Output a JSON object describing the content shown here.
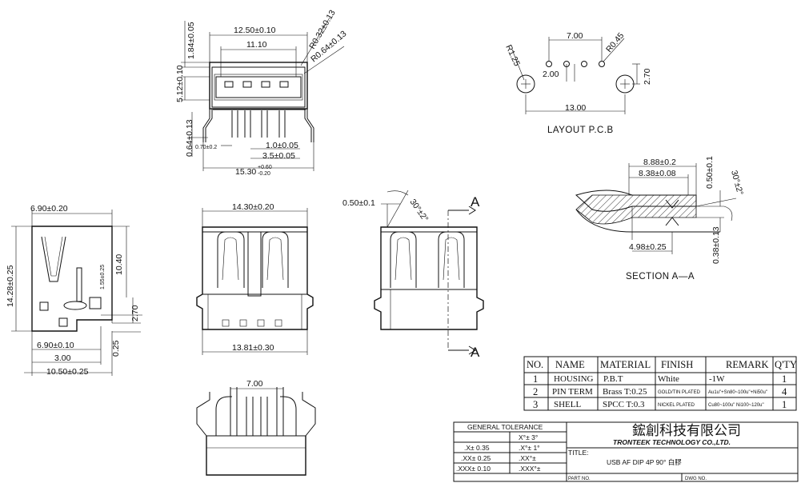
{
  "dimensions": {
    "top_width": "12.50±0.10",
    "top_inner": "11.10",
    "top_r1": "R0.32±0.13",
    "top_r2": "R0.64±0.13",
    "top_height": "1.84±0.05",
    "top_opening": "5.12±0.10",
    "top_pin_len": "0.64±0.13",
    "top_pin_w": "0.70±0.2",
    "top_pitch_a": "1.0±0.05",
    "top_pitch_b": "3.5±0.05",
    "top_overall": "15.30",
    "top_overall_plus": "+0.60",
    "top_overall_minus": "-0.20",
    "pcb_pitch": "7.00",
    "pcb_r_big": "R1.25",
    "pcb_r_small": "R0.45",
    "pcb_pin_pitch": "2.00",
    "pcb_offset": "2.70",
    "pcb_width": "13.00",
    "side_top": "6.90±0.20",
    "side_height": "14.28±0.25",
    "side_inner": "10.40",
    "side_small": "1.55±0.25",
    "side_pcb": "2.70",
    "side_base": "6.90±0.10",
    "side_gap": "0.25",
    "side_pin": "3.00",
    "side_total": "10.50±0.25",
    "front_width": "14.30±0.20",
    "front_bottom": "13.81±0.30",
    "front_flange": "0.50±0.1",
    "front_angle": "30°±2°",
    "front_section_mark": "A",
    "section_w1": "8.88±0.2",
    "section_w2": "8.38±0.08",
    "section_t": "0.50±0.1",
    "section_angle": "30°±2°",
    "section_pin": "4.98±0.25",
    "section_gap": "0.38±0.13",
    "bottom_pitch": "7.00"
  },
  "labels": {
    "layout_pcb": "LAYOUT P.C.B",
    "section": "SECTION A—A"
  },
  "bom": {
    "headers": [
      "NO.",
      "NAME",
      "MATERIAL",
      "FINISH",
      "REMARK",
      "Q'TY"
    ],
    "rows": [
      {
        "no": "1",
        "name": "HOUSING",
        "material": "P.B.T",
        "finish": "White",
        "remark": "-1W",
        "qty": "1"
      },
      {
        "no": "2",
        "name": "PIN TERM",
        "material": "Brass T:0.25",
        "finish": "GOLD/TIN PLATED",
        "remark": "Au1u\"+Sn80~100u\"+Ni50u\"",
        "qty": "4"
      },
      {
        "no": "3",
        "name": "SHELL",
        "material": "SPCC T:0.3",
        "finish": "NICKEL PLATED",
        "remark": "Cu80~100u\" Ni100~120u\"",
        "qty": "1"
      }
    ]
  },
  "tolerance": {
    "title": "GENERAL TOLERANCE",
    "rows": [
      {
        "left": "",
        "right": "X°± 3°"
      },
      {
        "left": ".X± 0.35",
        "right": ".X°± 1°"
      },
      {
        "left": ".XX± 0.25",
        "right": ".XX°±"
      },
      {
        "left": ".XXX± 0.10",
        "right": ".XXX°±"
      }
    ]
  },
  "titleblock": {
    "company_cn": "鋐創科技有限公司",
    "company_en": "TRONTEEK TECHNOLOGY CO.,LTD.",
    "title_label": "TITLE:",
    "title_value": "USB AF DIP 4P 90° 白膠",
    "part_no": "PART NO.",
    "dwg_no": "DWG NO."
  }
}
